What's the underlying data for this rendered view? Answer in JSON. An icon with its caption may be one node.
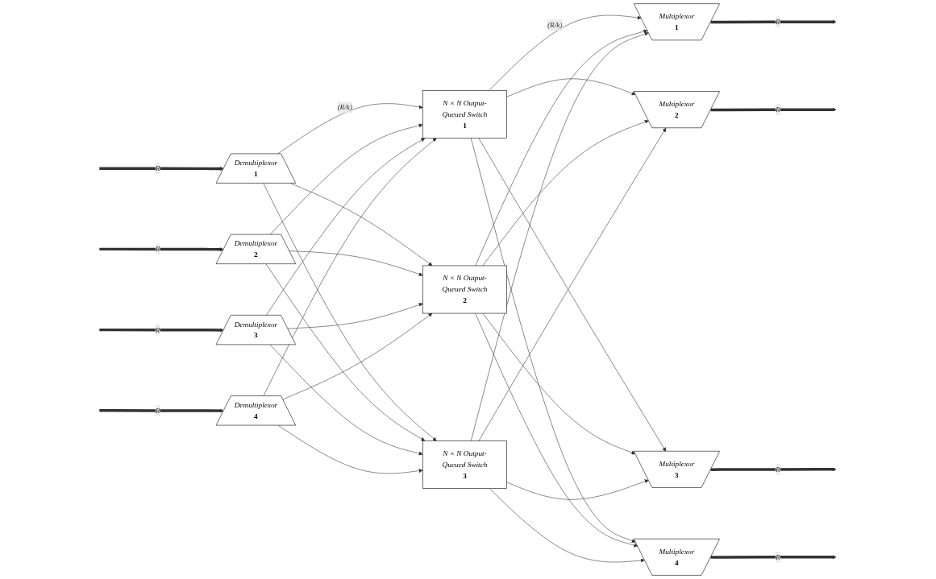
{
  "diagram": {
    "nodes": [
      {
        "text": [
          "Demultiplexor",
          "1"
        ]
      },
      {
        "text": [
          "Demultiplexor",
          "2"
        ]
      },
      {
        "text": [
          "Demultiplexor",
          "3"
        ]
      },
      {
        "text": [
          "Demultiplexor",
          "4"
        ]
      },
      {
        "text": [
          "N × N Output-Queued Switch",
          "1"
        ]
      },
      {
        "text": [
          "N × N Output-Queued Switch",
          "2"
        ]
      },
      {
        "text": [
          "N × N Output-Queued Switch",
          "3"
        ]
      },
      {
        "text": [
          "Multiplexor",
          "1"
        ]
      },
      {
        "text": [
          "Multiplexor",
          "2"
        ]
      },
      {
        "text": [
          "Multiplexor",
          "3"
        ]
      },
      {
        "text": [
          "Multiplexor",
          "4"
        ]
      }
    ],
    "edges": [
      {
        "from": null,
        "to": 0,
        "arrow": "to",
        "label": "R",
        "style": "thick"
      },
      {
        "from": null,
        "to": 1,
        "arrow": "to",
        "label": "R",
        "style": "thick"
      },
      {
        "from": null,
        "to": 2,
        "arrow": "to",
        "label": "R",
        "style": "thick"
      },
      {
        "from": null,
        "to": 3,
        "arrow": "to",
        "label": "R",
        "style": "thick"
      },
      {
        "from": 0,
        "to": 4,
        "arrow": "to",
        "label": "(R/k)"
      },
      {
        "from": 0,
        "to": 5,
        "arrow": "to"
      },
      {
        "from": 0,
        "to": 6,
        "arrow": "to"
      },
      {
        "from": 1,
        "to": 4,
        "arrow": "to"
      },
      {
        "from": 1,
        "to": 5,
        "arrow": "to"
      },
      {
        "from": 1,
        "to": 6,
        "arrow": "to"
      },
      {
        "from": 2,
        "to": 4,
        "arrow": "to"
      },
      {
        "from": 2,
        "to": 5,
        "arrow": "to"
      },
      {
        "from": 2,
        "to": 6,
        "arrow": "to"
      },
      {
        "from": 3,
        "to": 4,
        "arrow": "to"
      },
      {
        "from": 3,
        "to": 5,
        "arrow": "to"
      },
      {
        "from": 3,
        "to": 6,
        "arrow": "to"
      },
      {
        "from": 4,
        "to": 7,
        "arrow": "to",
        "label": "(R/k)"
      },
      {
        "from": 4,
        "to": 8,
        "arrow": "to"
      },
      {
        "from": 4,
        "to": 9,
        "arrow": "to"
      },
      {
        "from": 4,
        "to": 10,
        "arrow": "to"
      },
      {
        "from": 5,
        "to": 7,
        "arrow": "to"
      },
      {
        "from": 5,
        "to": 8,
        "arrow": "to"
      },
      {
        "from": 5,
        "to": 9,
        "arrow": "to"
      },
      {
        "from": 5,
        "to": 10,
        "arrow": "to"
      },
      {
        "from": 6,
        "to": 7,
        "arrow": "to"
      },
      {
        "from": 6,
        "to": 8,
        "arrow": "to"
      },
      {
        "from": 6,
        "to": 9,
        "arrow": "to"
      },
      {
        "from": 6,
        "to": 10,
        "arrow": "to"
      },
      {
        "from": 7,
        "to": null,
        "arrow": "to",
        "label": "R",
        "style": "thick"
      },
      {
        "from": 8,
        "to": null,
        "arrow": "to",
        "label": "R",
        "style": "thick"
      },
      {
        "from": 9,
        "to": null,
        "arrow": "to",
        "label": "R",
        "style": "thick"
      },
      {
        "from": 10,
        "to": null,
        "arrow": "to",
        "label": "R",
        "style": "thick"
      }
    ]
  }
}
